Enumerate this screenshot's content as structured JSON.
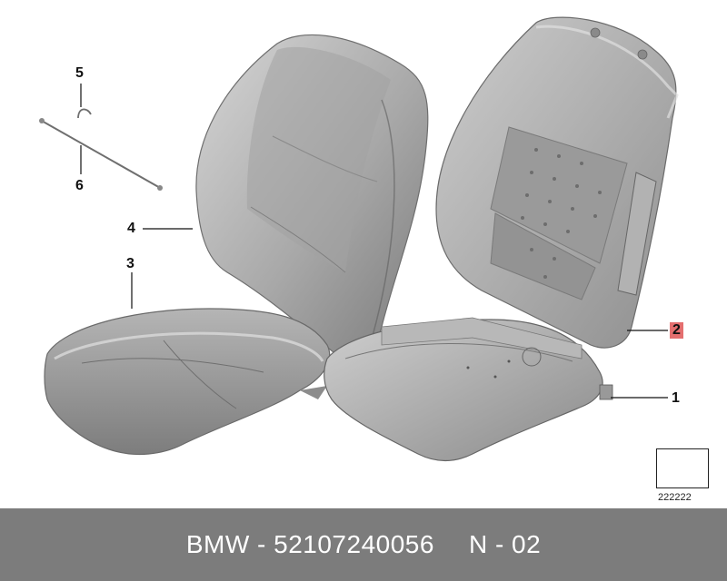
{
  "callouts": {
    "c1": "1",
    "c2": "2",
    "c3": "3",
    "c4": "4",
    "c5": "5",
    "c6": "6"
  },
  "reference_code": "222222",
  "footer": {
    "brand": "BMW",
    "separator": "-",
    "part_number": "52107240056",
    "diagram_code": "N - 02"
  },
  "colors": {
    "highlight": "#e46f6f",
    "footer_bg": "#7c7c7c",
    "seat_light": "#c9c9c9",
    "seat_mid": "#9e9e9e",
    "seat_dark": "#6f6f6f"
  }
}
